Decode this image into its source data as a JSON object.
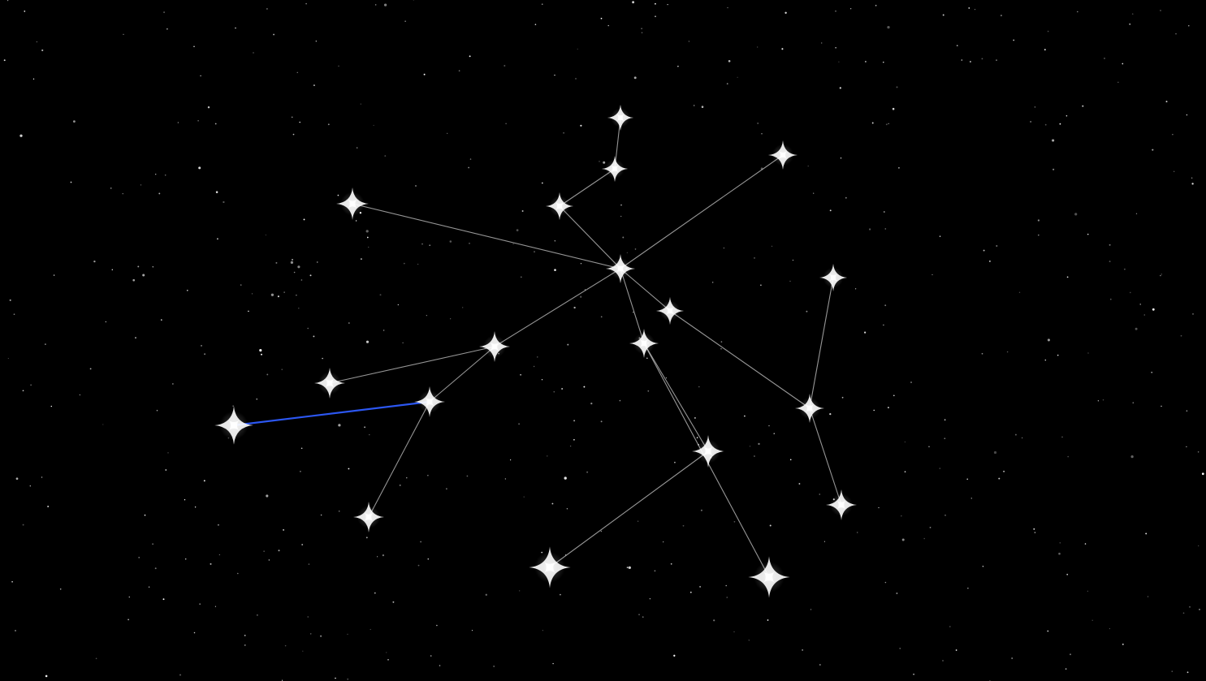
{
  "scene": {
    "background_color": "#000000",
    "line_color": "#d6d6d6",
    "selected_line_color": "#2f5cff",
    "star_color": "#ffffff"
  },
  "constellation": {
    "stars": [
      {
        "id": "s1"
      },
      {
        "id": "s2"
      },
      {
        "id": "s3"
      },
      {
        "id": "s4"
      },
      {
        "id": "s5"
      },
      {
        "id": "s6"
      },
      {
        "id": "s7"
      },
      {
        "id": "s8"
      },
      {
        "id": "s9"
      },
      {
        "id": "s10"
      },
      {
        "id": "s11"
      },
      {
        "id": "s12"
      },
      {
        "id": "s13"
      },
      {
        "id": "s14"
      },
      {
        "id": "s15"
      },
      {
        "id": "s16"
      },
      {
        "id": "s17"
      },
      {
        "id": "s18"
      },
      {
        "id": "s19"
      }
    ],
    "connections": [
      {
        "from": "s1",
        "to": "s2",
        "selected": true
      },
      {
        "from": "s2",
        "to": "s3",
        "selected": false
      },
      {
        "from": "s2",
        "to": "s4",
        "selected": false
      },
      {
        "from": "s3",
        "to": "s5",
        "selected": false
      },
      {
        "from": "s3",
        "to": "s6",
        "selected": false
      },
      {
        "from": "s6",
        "to": "s7",
        "selected": false
      },
      {
        "from": "s6",
        "to": "s8",
        "selected": false
      },
      {
        "from": "s6",
        "to": "s9",
        "selected": false
      },
      {
        "from": "s6",
        "to": "s10",
        "selected": false
      },
      {
        "from": "s6",
        "to": "s11",
        "selected": false
      },
      {
        "from": "s10",
        "to": "s12",
        "selected": false
      },
      {
        "from": "s10",
        "to": "s13",
        "selected": false
      },
      {
        "from": "s12",
        "to": "s14",
        "selected": false
      },
      {
        "from": "s11",
        "to": "s15",
        "selected": false
      },
      {
        "from": "s15",
        "to": "s16",
        "selected": false
      },
      {
        "from": "s15",
        "to": "s17",
        "selected": false
      },
      {
        "from": "s8",
        "to": "s18",
        "selected": false
      },
      {
        "from": "s18",
        "to": "s19",
        "selected": false
      }
    ]
  }
}
